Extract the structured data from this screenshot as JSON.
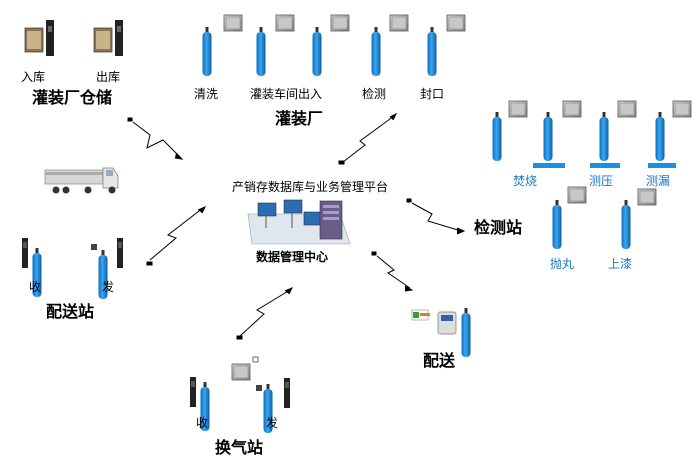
{
  "warehouse": {
    "title": "灌装厂仓储",
    "in_label": "入库",
    "out_label": "出库"
  },
  "filling_plant": {
    "title": "灌装厂",
    "steps": [
      "清洗",
      "灌装车间出入",
      "检测",
      "封口"
    ]
  },
  "testing_station": {
    "title": "检测站",
    "steps": [
      "焚烧",
      "测压",
      "测漏",
      "抛丸",
      "上漆"
    ]
  },
  "center": {
    "platform_label": "产销存数据库与业务管理平台",
    "title": "数据管理中心"
  },
  "distribution_station": {
    "title": "配送站",
    "receive_label": "收",
    "send_label": "发"
  },
  "delivery": {
    "title": "配送"
  },
  "exchange_station": {
    "title": "换气站",
    "receive_label": "收",
    "send_label": "发"
  },
  "colors": {
    "cylinder": "#1d8fe0",
    "accent_text": "#1a78c2",
    "line": "#000000",
    "screen": "#9a9a9a"
  }
}
